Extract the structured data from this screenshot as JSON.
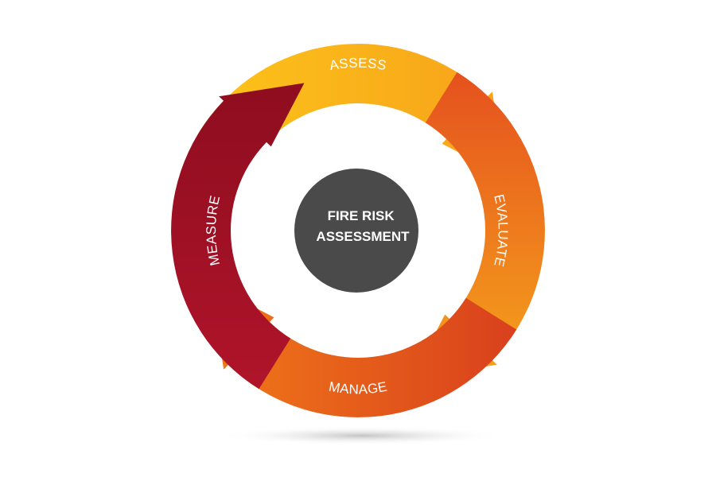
{
  "diagram": {
    "center": {
      "lines": [
        "FIRE RISK",
        "ASSESSMENT"
      ],
      "color": "#4a4a4a"
    },
    "steps": [
      {
        "label": "ASSESS",
        "color_start": "#fcc419",
        "color_end": "#f7a21b"
      },
      {
        "label": "EVALUATE",
        "color_start": "#e5511e",
        "color_end": "#f6a31c"
      },
      {
        "label": "MANAGE",
        "color_start": "#f07818",
        "color_end": "#d9401d"
      },
      {
        "label": "MEASURE",
        "color_start": "#b0142a",
        "color_end": "#8e0d1f"
      }
    ],
    "shadow_color": "#cfcfcf"
  }
}
